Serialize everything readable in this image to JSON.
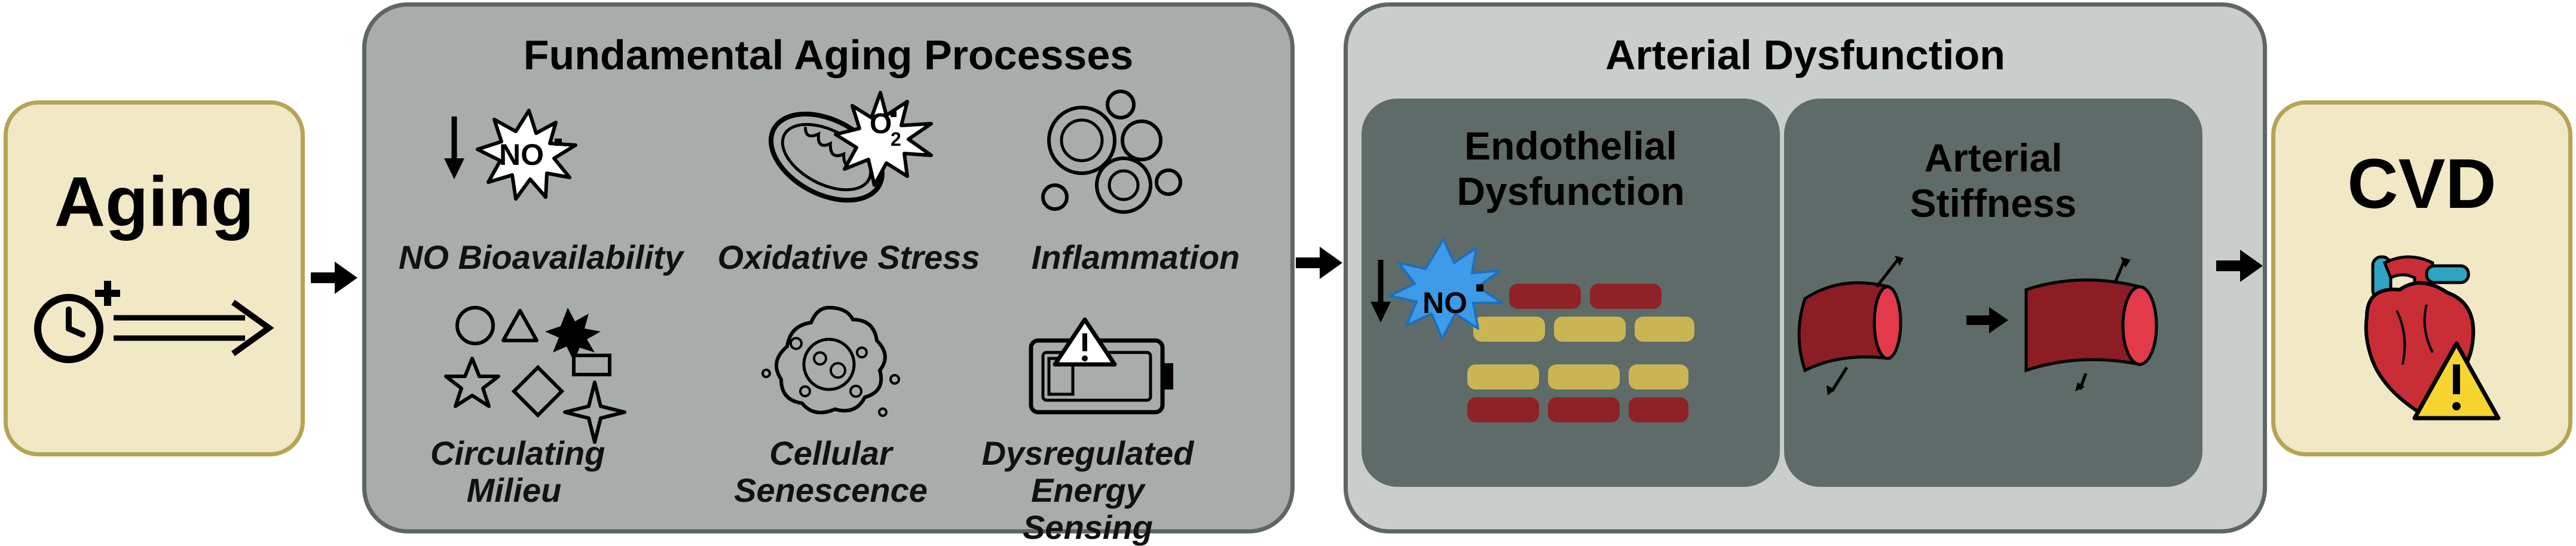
{
  "aging": {
    "title": "Aging",
    "icon": "clock-plus-arrow-icon"
  },
  "fundamental": {
    "title": "Fundamental Aging Processes",
    "no_symbol": "NO",
    "o2_symbol": "O",
    "o2_sub": "2",
    "items": [
      {
        "label": "NO Bioavailability",
        "icon": "no-decrease-icon"
      },
      {
        "label": "Oxidative Stress",
        "icon": "mitochondria-oxidative-icon"
      },
      {
        "label": "Inflammation",
        "icon": "inflammation-cells-icon"
      },
      {
        "label": "Circulating Milieu",
        "icon": "circulating-shapes-icon"
      },
      {
        "label": "Cellular Senescence",
        "icon": "senescent-cell-icon"
      },
      {
        "label": "Dysregulated Energy Sensing",
        "icon": "low-battery-warning-icon"
      }
    ]
  },
  "arterial": {
    "title": "Arterial Dysfunction",
    "endothelial": {
      "title": "Endothelial Dysfunction",
      "no_symbol": "NO"
    },
    "stiffness": {
      "title": "Arterial Stiffness"
    }
  },
  "cvd": {
    "title": "CVD",
    "icon": "heart-warning-icon"
  },
  "colors": {
    "aging_fill": "#f1e8c6",
    "aging_border": "#b5a456",
    "fundamental_fill": "#a8adab",
    "arterial_fill": "#c9cdcc",
    "sub_fill": "#5f6b69",
    "vessel": "#8c1d24",
    "vessel_lumen": "#e23a4a",
    "no_burst": "#3d9be9",
    "cell_red": "#8e2226",
    "cell_yellow": "#c9b653"
  }
}
